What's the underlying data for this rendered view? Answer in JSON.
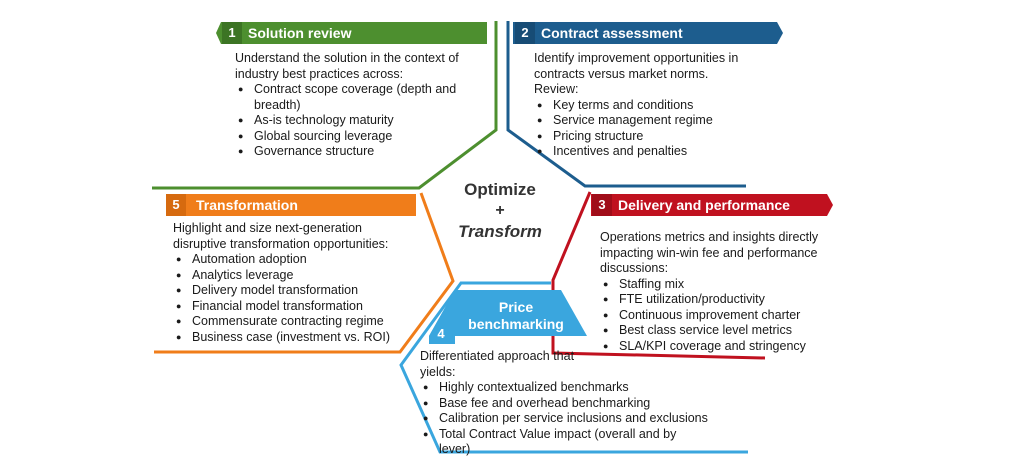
{
  "colors": {
    "green": "#4d8f2f",
    "blue": "#1d5d8e",
    "red": "#c0111f",
    "orange": "#f07d1a",
    "cyan": "#3aa6de"
  },
  "center": {
    "line1": "Optimize",
    "line2": "+",
    "line3": "Transform"
  },
  "sections": {
    "s1": {
      "number": "1",
      "title": "Solution review",
      "intro": [
        "Understand the solution in the context of",
        "industry best practices across:"
      ],
      "bullets": [
        "Contract scope coverage (depth and",
        "As-is technology maturity",
        "Global sourcing leverage",
        "Governance structure"
      ],
      "bullet_cont": "breadth)"
    },
    "s2": {
      "number": "2",
      "title": "Contract assessment",
      "intro": [
        "Identify improvement opportunities in",
        "contracts versus market norms.",
        "Review:"
      ],
      "bullets": [
        "Key terms and conditions",
        "Service management regime",
        "Pricing structure",
        "Incentives and penalties"
      ]
    },
    "s3": {
      "number": "3",
      "title": "Delivery and performance",
      "intro": [
        "Operations metrics and insights directly",
        "impacting win-win fee and performance",
        "discussions:"
      ],
      "bullets": [
        "Staffing mix",
        "FTE utilization/productivity",
        "Continuous improvement charter",
        "Best class service level metrics",
        "SLA/KPI coverage and stringency"
      ]
    },
    "s4": {
      "number": "4",
      "title_line1": "Price",
      "title_line2": "benchmarking",
      "intro": [
        "Differentiated approach that",
        "yields:"
      ],
      "bullets": [
        "Highly contextualized benchmarks",
        "Base fee and overhead benchmarking",
        "Calibration per service inclusions and exclusions",
        "Total Contract Value impact (overall and by"
      ],
      "bullet_cont": "lever)"
    },
    "s5": {
      "number": "5",
      "title": "Transformation",
      "intro": [
        "Highlight and size next-generation",
        "disruptive transformation opportunities:"
      ],
      "bullets": [
        "Automation adoption",
        "Analytics leverage",
        "Delivery model transformation",
        "Financial model transformation",
        "Commensurate contracting regime",
        "Business case (investment vs. ROI)"
      ]
    }
  }
}
